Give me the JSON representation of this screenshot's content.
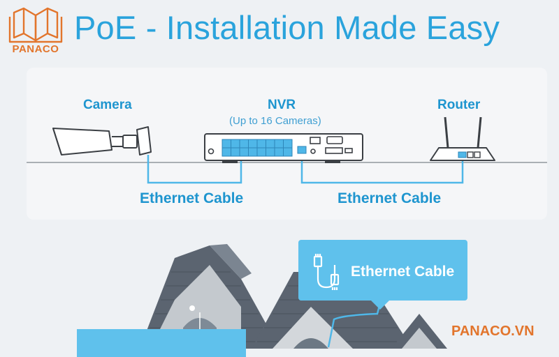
{
  "brand": {
    "logo_text": "PANACO",
    "website": "PANACO.VN",
    "color": "#e2752c"
  },
  "title": "PoE - Installation Made Easy",
  "accent_color": "#2aa3dc",
  "devices": {
    "camera": {
      "label": "Camera",
      "icon": "cctv-camera-icon"
    },
    "nvr": {
      "label": "NVR",
      "sublabel": "(Up to 16 Cameras)",
      "icon": "nvr-recorder-icon"
    },
    "router": {
      "label": "Router",
      "icon": "router-icon"
    }
  },
  "connections": [
    {
      "from": "Camera",
      "to": "NVR",
      "label": "Ethernet Cable"
    },
    {
      "from": "NVR",
      "to": "Router",
      "label": "Ethernet Cable"
    }
  ],
  "callout": {
    "label": "Ethernet Cable",
    "icon": "ethernet-cable-icon"
  }
}
